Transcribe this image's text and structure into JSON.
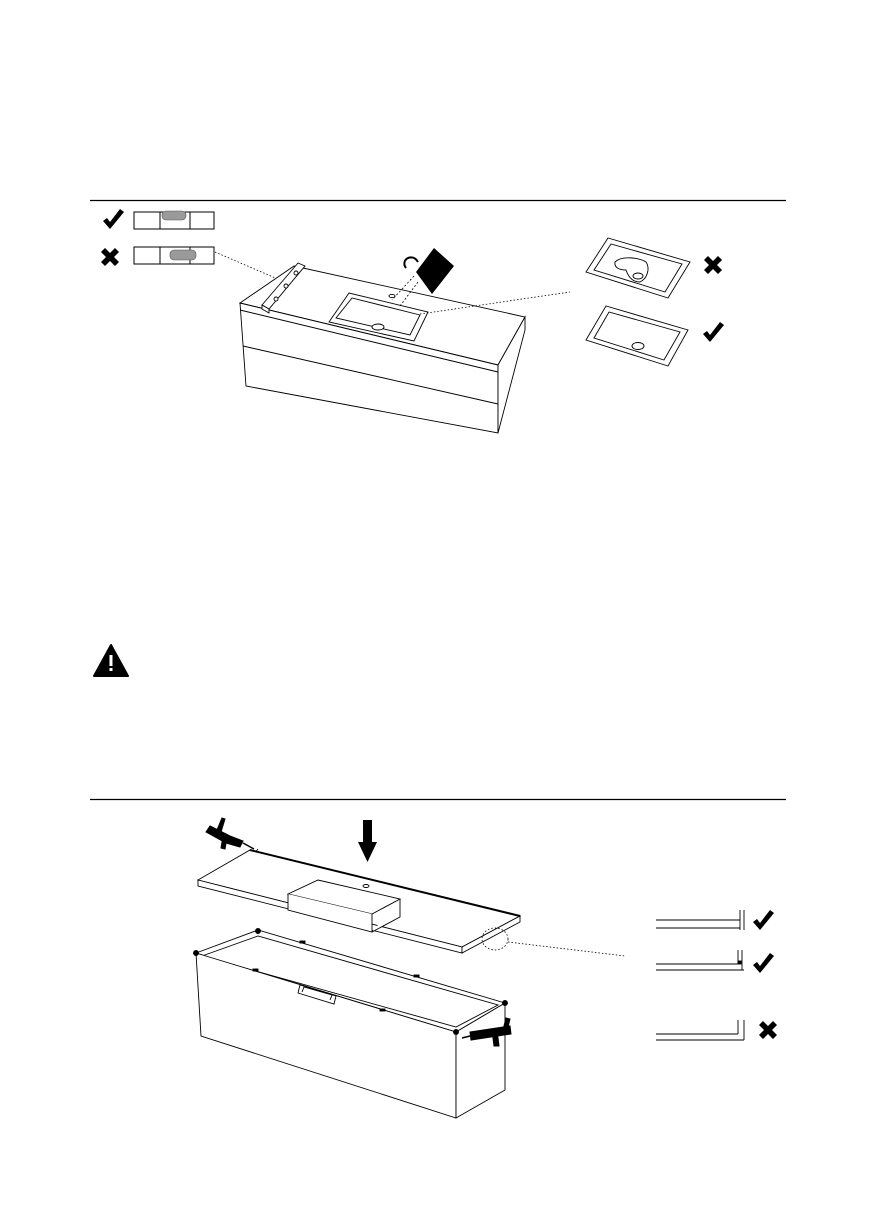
{
  "colors": {
    "line": "#000000",
    "fill": "#ffffff",
    "level_bubble": "#9a9a9a",
    "water_shadow": "#9a9a9a"
  },
  "icons": {
    "check": "check-mark-icon",
    "cross": "cross-mark-icon",
    "warning": "warning-triangle-icon",
    "level": "spirit-level-icon",
    "water": "water-bucket-icon",
    "down_arrow": "down-arrow-icon",
    "silicone_gun": "silicone-gun-icon"
  },
  "section1": {
    "level_indicators": [
      {
        "state": "correct",
        "bubble": "centered"
      },
      {
        "state": "incorrect",
        "bubble": "off-center"
      }
    ],
    "basin_details": [
      {
        "state": "incorrect",
        "drain": "water-pooling"
      },
      {
        "state": "correct",
        "drain": "clean"
      }
    ]
  },
  "warning_present": true,
  "section2": {
    "edge_details": [
      {
        "state": "correct",
        "profile": "flush"
      },
      {
        "state": "correct",
        "profile": "lip"
      },
      {
        "state": "incorrect",
        "profile": "gap"
      }
    ]
  }
}
